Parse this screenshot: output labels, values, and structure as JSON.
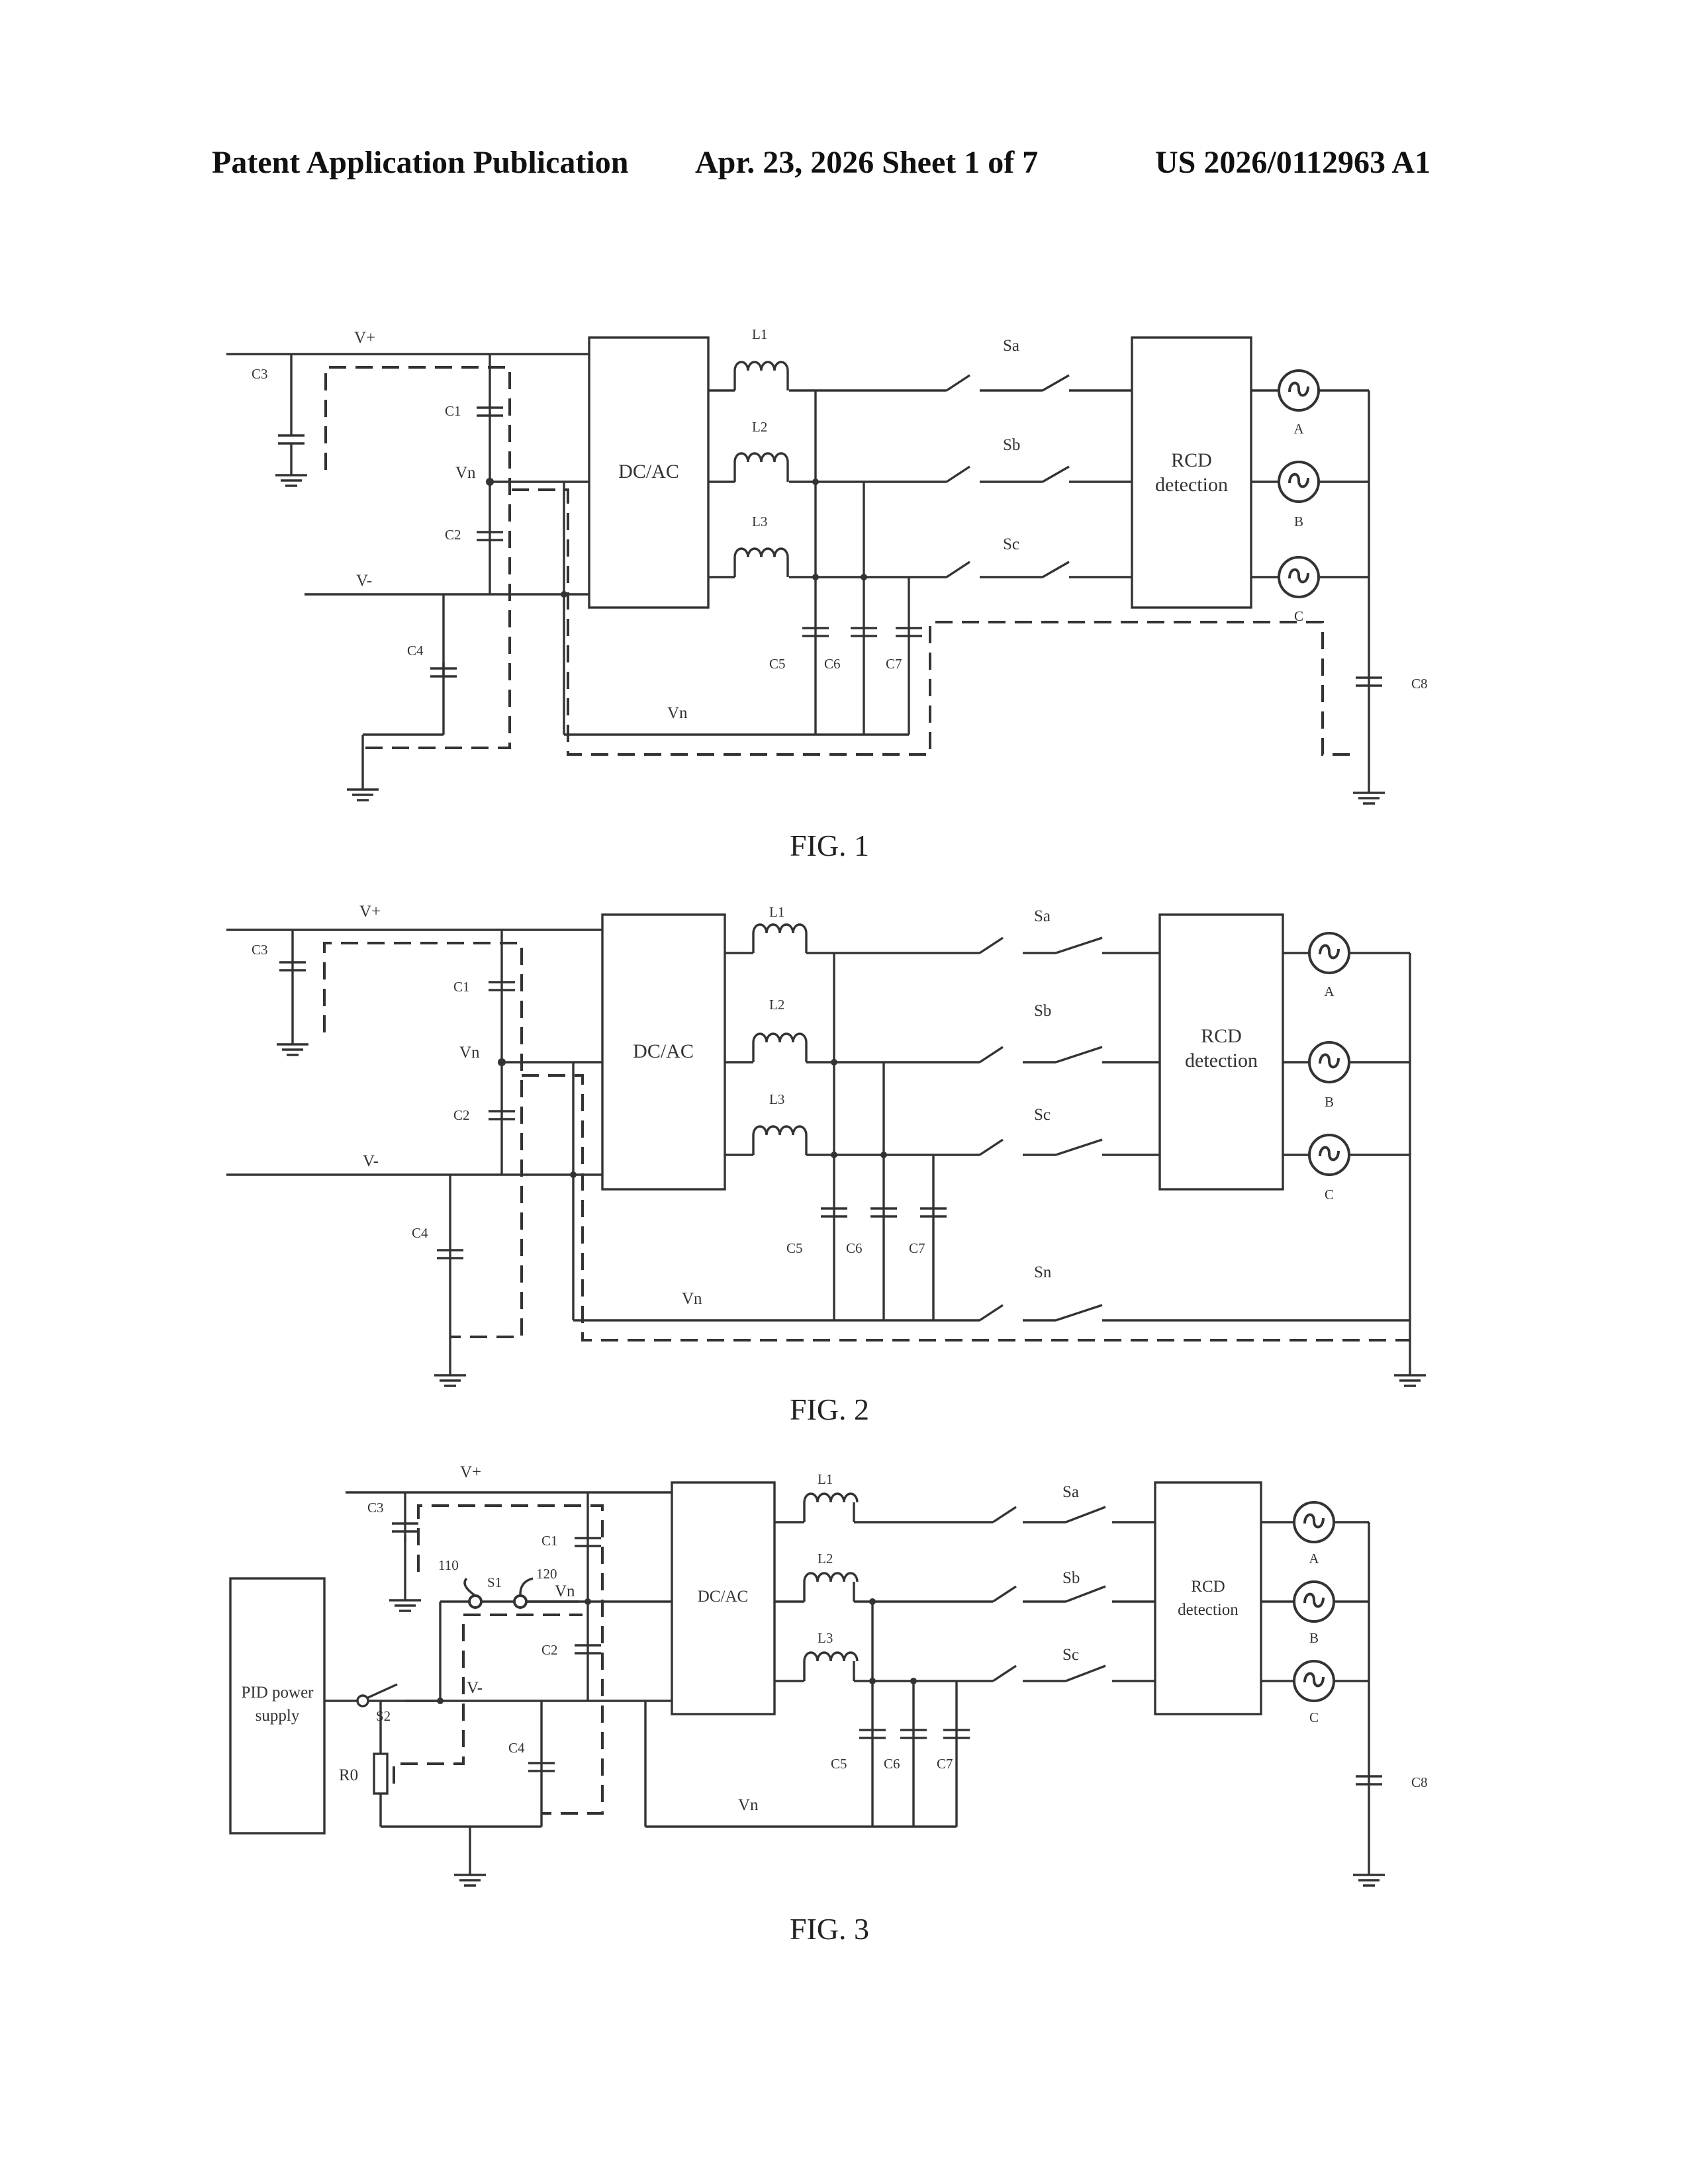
{
  "header": {
    "left": "Patent Application Publication",
    "middle": "Apr. 23, 2026  Sheet 1 of 7",
    "right": "US 2026/0112963 A1"
  },
  "fig1": {
    "caption": "FIG. 1",
    "vplus": "V+",
    "vminus": "V-",
    "vn_mid": "Vn",
    "vn_bottom": "Vn",
    "c1": "C1",
    "c2": "C2",
    "c3": "C3",
    "c4": "C4",
    "c5": "C5",
    "c6": "C6",
    "c7": "C7",
    "c8": "C8",
    "l1": "L1",
    "l2": "L2",
    "l3": "L3",
    "sa": "Sa",
    "sb": "Sb",
    "sc": "Sc",
    "dcac": "DC/AC",
    "rcd_line1": "RCD",
    "rcd_line2": "detection",
    "src_a": "A",
    "src_b": "B",
    "src_c": "C"
  },
  "fig2": {
    "caption": "FIG. 2",
    "vplus": "V+",
    "vminus": "V-",
    "vn_mid": "Vn",
    "vn_bottom": "Vn",
    "c1": "C1",
    "c2": "C2",
    "c3": "C3",
    "c4": "C4",
    "c5": "C5",
    "c6": "C6",
    "c7": "C7",
    "l1": "L1",
    "l2": "L2",
    "l3": "L3",
    "sa": "Sa",
    "sb": "Sb",
    "sc": "Sc",
    "sn": "Sn",
    "dcac": "DC/AC",
    "rcd_line1": "RCD",
    "rcd_line2": "detection",
    "src_a": "A",
    "src_b": "B",
    "src_c": "C"
  },
  "fig3": {
    "caption": "FIG. 3",
    "vplus": "V+",
    "vminus": "V-",
    "vn_mid": "Vn",
    "vn_bottom": "Vn",
    "c1": "C1",
    "c2": "C2",
    "c3": "C3",
    "c4": "C4",
    "c5": "C5",
    "c6": "C6",
    "c7": "C7",
    "c8": "C8",
    "l1": "L1",
    "l2": "L2",
    "l3": "L3",
    "sa": "Sa",
    "sb": "Sb",
    "sc": "Sc",
    "s1": "S1",
    "s2": "S2",
    "r0": "R0",
    "t110": "110",
    "t120": "120",
    "pid_line1": "PID power",
    "pid_line2": "supply",
    "dcac": "DC/AC",
    "rcd_line1": "RCD",
    "rcd_line2": "detection",
    "src_a": "A",
    "src_b": "B",
    "src_c": "C"
  }
}
